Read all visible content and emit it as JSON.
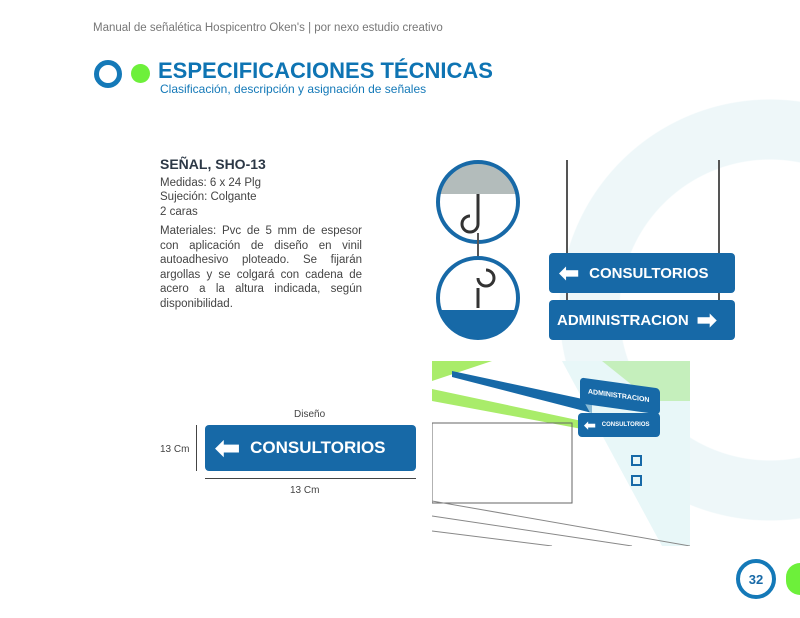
{
  "header": "Manual de señalética Hospicentro Oken's | por nexo estudio creativo",
  "title": "ESPECIFICACIONES TÉCNICAS",
  "subtitle": "Clasificación, descripción y asignación de señales",
  "spec": {
    "heading": "SEÑAL, SHO-13",
    "medidas": "Medidas: 6 x 24 Plg",
    "sujecion": "Sujeción: Colgante",
    "caras": "2 caras",
    "materiales": "Materiales: Pvc de 5 mm de espesor con aplicación de diseño en vinil autoadhesivo ploteado. Se fijarán argollas y se colgará con cadena de acero a la altura indicada, según disponibilidad."
  },
  "design": {
    "label": "Diseño",
    "height": "13 Cm",
    "width": "13 Cm",
    "sign_text": "CONSULTORIOS"
  },
  "hanging": {
    "sign1": "CONSULTORIOS",
    "sign2": "ADMINISTRACION"
  },
  "scene": {
    "sign1": "ADMINISTRACION",
    "sign2": "CONSULTORIOS"
  },
  "page_number": "32",
  "colors": {
    "blue": "#1769a7",
    "green": "#6df03a"
  }
}
